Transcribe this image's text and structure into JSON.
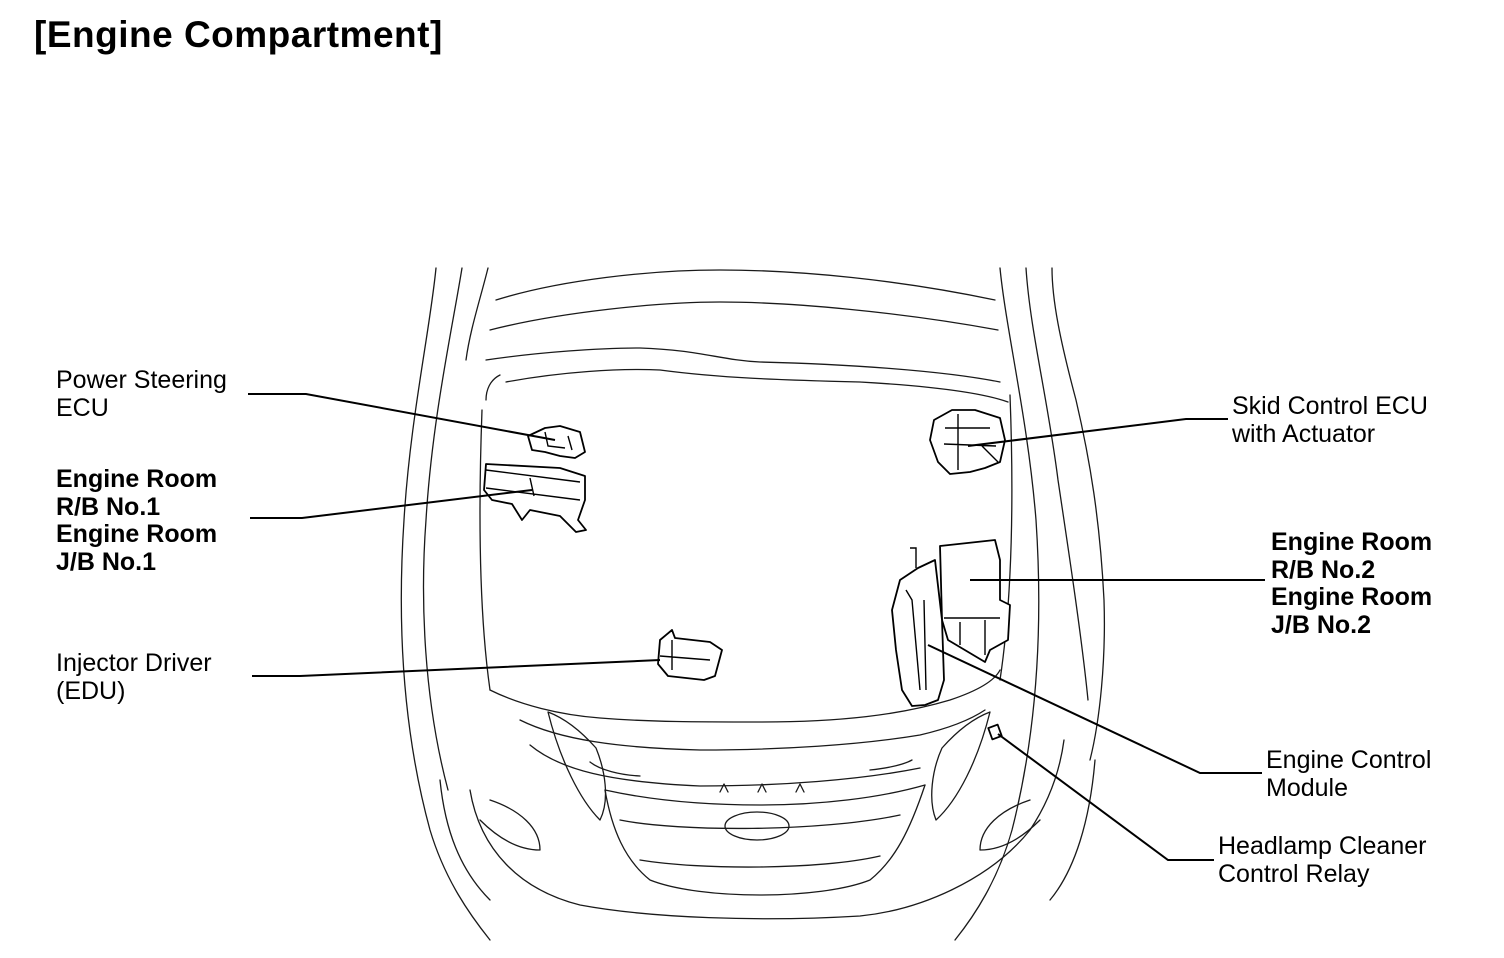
{
  "title": "[Engine Compartment]",
  "labels": {
    "power_steering_ecu": [
      "Power Steering",
      "ECU"
    ],
    "engine_room_no1": [
      "Engine Room",
      "R/B No.1",
      "Engine Room",
      "J/B No.1"
    ],
    "injector_driver": [
      "Injector Driver",
      "(EDU)"
    ],
    "skid_control_ecu": [
      "Skid Control ECU",
      "with Actuator"
    ],
    "engine_room_no2": [
      "Engine Room",
      "R/B No.2",
      "Engine Room",
      "J/B No.2"
    ],
    "engine_control_module": [
      "Engine Control",
      "Module"
    ],
    "headlamp_cleaner_relay": [
      "Headlamp Cleaner",
      "Control Relay"
    ]
  }
}
